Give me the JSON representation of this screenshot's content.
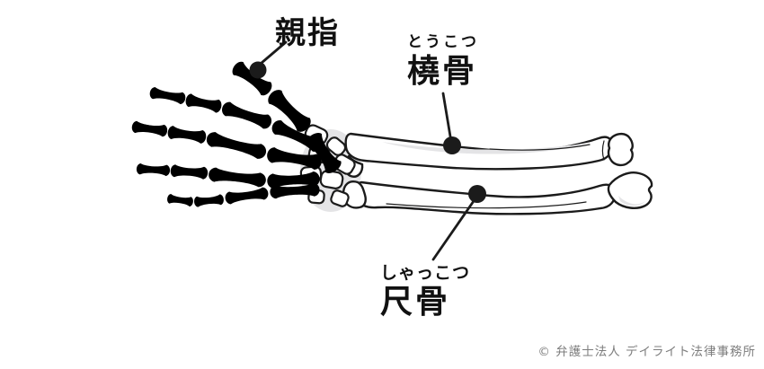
{
  "annotations": {
    "thumb": {
      "label": "親指"
    },
    "radius": {
      "furigana": "とうこつ",
      "label": "橈骨"
    },
    "ulna": {
      "furigana": "しゃっこつ",
      "label": "尺骨"
    }
  },
  "footer": {
    "copyright": "© 弁護士法人 デイライト法律事務所"
  },
  "colors": {
    "line": "#1b1b1b",
    "bone_fill": "#ffffff",
    "bone_shade": "#e4e4e6",
    "label": "#111111",
    "copyright": "#7d7d7d",
    "background": "#ffffff"
  }
}
